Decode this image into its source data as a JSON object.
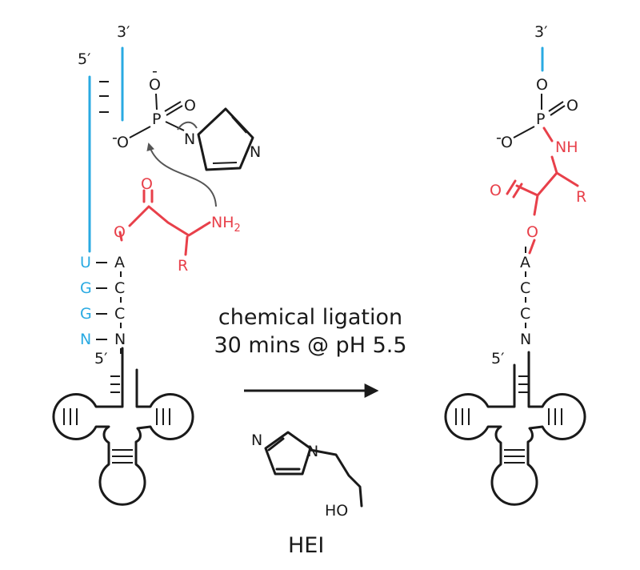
{
  "colors": {
    "ink": "#1a1a1a",
    "primer": "#29aae2",
    "amino_acid": "#e8404a"
  },
  "left": {
    "primer_5_end": "5′",
    "primer_3_end": "3′",
    "primer_bases": [
      "U",
      "G",
      "G",
      "N"
    ],
    "trna_bases": [
      "A",
      "C",
      "C",
      "N"
    ],
    "trna_5_end": "5′",
    "phosphate_o_top": "O",
    "phosphate_o_left": "O",
    "phosphate_o_right": "O",
    "phosphate_p": "P",
    "charge": "-",
    "imidazole_n1": "N",
    "imidazole_n3": "N",
    "ester_o": "O",
    "carbonyl_o": "O",
    "amine": "NH",
    "amine_sub": "2",
    "side_chain": "R"
  },
  "reaction": {
    "line1": "chemical ligation",
    "line2": "30 mins @ pH 5.5",
    "reagent_name": "HEI",
    "reagent_n1": "N",
    "reagent_n2": "N",
    "reagent_ho": "HO"
  },
  "right": {
    "primer_3_end": "3′",
    "phosphate_o_top": "O",
    "phosphate_o_left": "O",
    "phosphate_o_right": "O",
    "phosphate_p": "P",
    "charge": "-",
    "amide_nh": "NH",
    "carbonyl_o": "O",
    "ester_o": "O",
    "side_chain": "R",
    "trna_bases": [
      "A",
      "C",
      "C",
      "N"
    ],
    "trna_5_end": "5′"
  }
}
